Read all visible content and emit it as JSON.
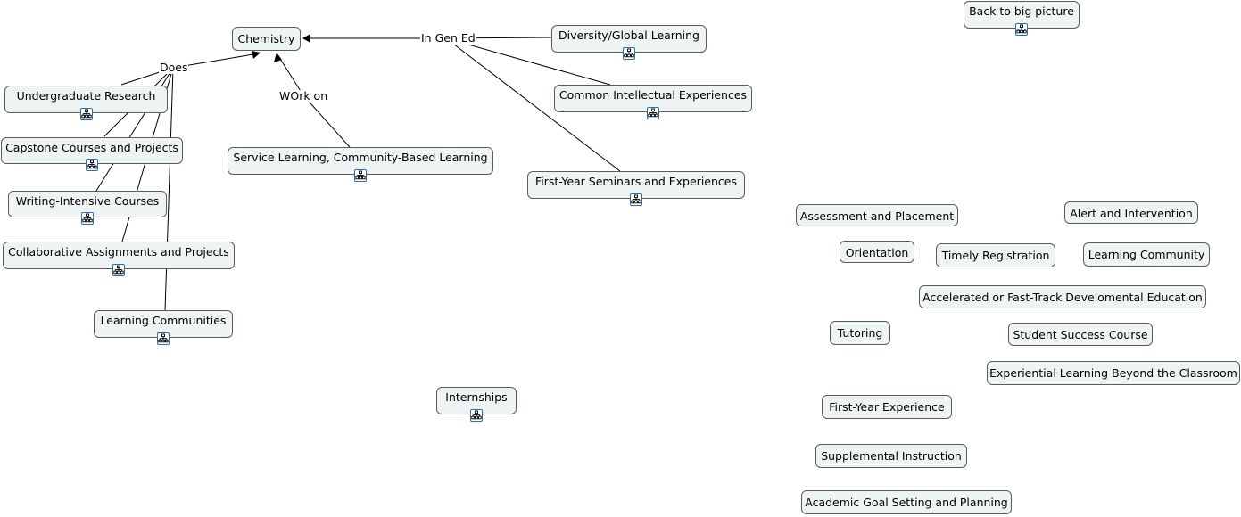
{
  "nodes": {
    "chemistry": "Chemistry",
    "undergraduate_research": "Undergraduate Research",
    "capstone": "Capstone Courses and Projects",
    "writing_intensive": "Writing-Intensive Courses",
    "collaborative": "Collaborative Assignments and Projects",
    "learning_communities": "Learning Communities",
    "service_learning": "Service Learning, Community-Based Learning",
    "diversity": "Diversity/Global Learning",
    "common_intellectual": "Common Intellectual Experiences",
    "first_year_seminars": "First-Year Seminars and Experiences",
    "internships": "Internships",
    "back_to_big_picture": "Back to big picture",
    "assessment_placement": "Assessment and Placement",
    "alert_intervention": "Alert and Intervention",
    "orientation": "Orientation",
    "timely_registration": "Timely Registration",
    "learning_community": "Learning Community",
    "accelerated_dev_ed": "Accelerated or Fast-Track Develomental Education",
    "tutoring": "Tutoring",
    "student_success": "Student Success Course",
    "experiential_learning": "Experiential Learning Beyond the Classroom",
    "first_year_experience": "First-Year Experience",
    "supplemental_instruction": "Supplemental Instruction",
    "academic_goal_setting": "Academic Goal Setting and Planning"
  },
  "link_labels": {
    "does": "Does",
    "work_on": "WOrk on",
    "in_gen_ed": "In Gen Ed"
  },
  "icons": {
    "submap": "submap-icon",
    "arrow": "arrowhead-icon"
  },
  "colors": {
    "node_fill": "#eef3f4",
    "node_border": "#5b5b5b",
    "icon_border": "#2a6fb5"
  }
}
